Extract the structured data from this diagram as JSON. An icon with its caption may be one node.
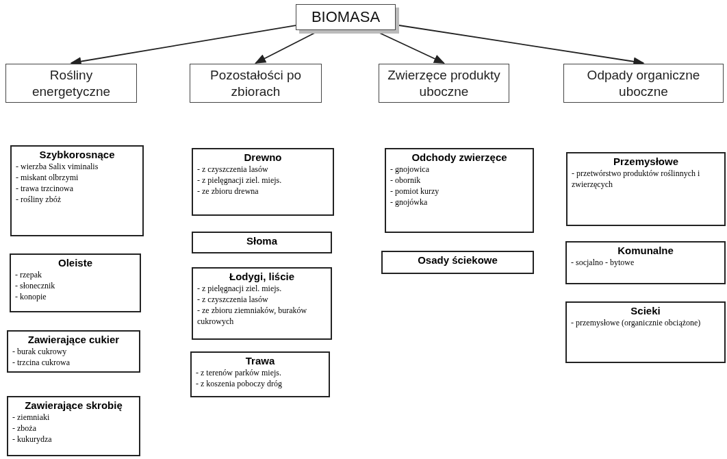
{
  "diagram": {
    "nodes": [
      {
        "text": [
          "BIOMASA"
        ]
      },
      {
        "text": [
          "Rośliny energetyczne"
        ]
      },
      {
        "text": [
          "Pozostałości po zbiorach"
        ]
      },
      {
        "text": [
          "Zwierzęce produkty uboczne"
        ]
      },
      {
        "text": [
          "Odpady organiczne uboczne"
        ]
      },
      {
        "text": [
          "Szybkorosnące",
          "- wierzba Salix viminalis",
          "- miskant olbrzymi",
          "- trawa trzcinowa",
          "- rośliny zbóż"
        ]
      },
      {
        "text": [
          "Oleiste",
          "- rzepak",
          "- słonecznik",
          "- konopie"
        ]
      },
      {
        "text": [
          "Zawierające cukier",
          "- burak cukrowy",
          "- trzcina cukrowa"
        ]
      },
      {
        "text": [
          "Zawierające skrobię",
          "- ziemniaki",
          "- zboża",
          "- kukurydza"
        ]
      },
      {
        "text": [
          "Drewno",
          "- z czyszczenia lasów",
          "- z pielęgnacji ziel. miejs.",
          "- ze zbioru drewna"
        ]
      },
      {
        "text": [
          "Słoma"
        ]
      },
      {
        "text": [
          "Łodygi, liście",
          "- z pielęgnacji ziel. miejs.",
          "- z czyszczenia lasów",
          "- ze zbioru ziemniaków, buraków cukrowych"
        ]
      },
      {
        "text": [
          "Trawa",
          "- z terenów parków miejs.",
          "- z koszenia poboczy dróg"
        ]
      },
      {
        "text": [
          "Odchody zwierzęce",
          "- gnojowica",
          "- obornik",
          "- pomiot kurzy",
          "- gnojówka"
        ]
      },
      {
        "text": [
          "Osady ściekowe"
        ]
      },
      {
        "text": [
          "Przemysłowe",
          "- przetwórstwo produktów roślinnych i zwierzęcych"
        ]
      },
      {
        "text": [
          "Komunalne",
          "- socjalno - bytowe"
        ]
      },
      {
        "text": [
          "Scieki",
          "- przemysłowe (organicznie obciążone)"
        ]
      }
    ],
    "edges": [
      {
        "from": 0,
        "to": 1,
        "arrow": "to"
      },
      {
        "from": 0,
        "to": 2,
        "arrow": "to"
      },
      {
        "from": 0,
        "to": 3,
        "arrow": "to"
      },
      {
        "from": 0,
        "to": 4,
        "arrow": "to"
      }
    ]
  }
}
